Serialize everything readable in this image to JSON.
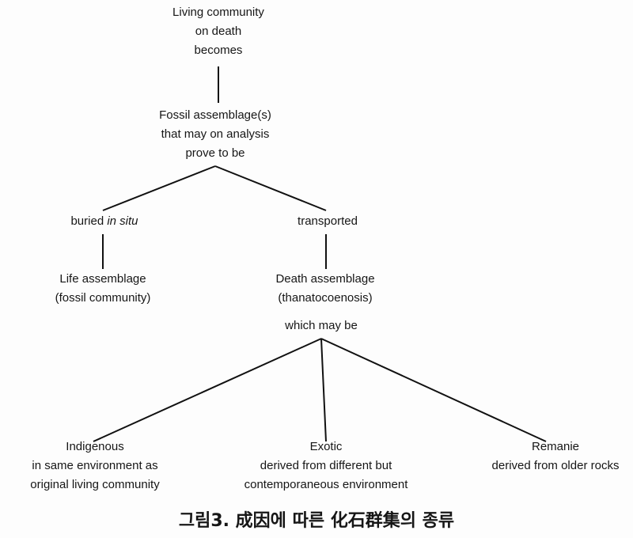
{
  "diagram": {
    "root": {
      "lines": [
        "Living community",
        "on death",
        "becomes"
      ]
    },
    "fossil": {
      "lines": [
        "Fossil assemblage(s)",
        "that may on analysis",
        "prove to be"
      ]
    },
    "buried": {
      "text": "buried ",
      "italic": "in situ"
    },
    "transported": {
      "text": "transported"
    },
    "life": {
      "lines": [
        "Life assemblage",
        "(fossil community)"
      ]
    },
    "death": {
      "lines": [
        "Death assemblage",
        "(thanatocoenosis)"
      ]
    },
    "which": {
      "text": "which may be"
    },
    "indigenous": {
      "lines": [
        "Indigenous",
        "in same environment as",
        "original living community"
      ]
    },
    "exotic": {
      "lines": [
        "Exotic",
        "derived from different but",
        "contemporaneous environment"
      ]
    },
    "remanie": {
      "lines": [
        "Remanie",
        "derived from older rocks"
      ]
    }
  },
  "caption": "그림3. 成因에 따른 化石群集의 종류"
}
